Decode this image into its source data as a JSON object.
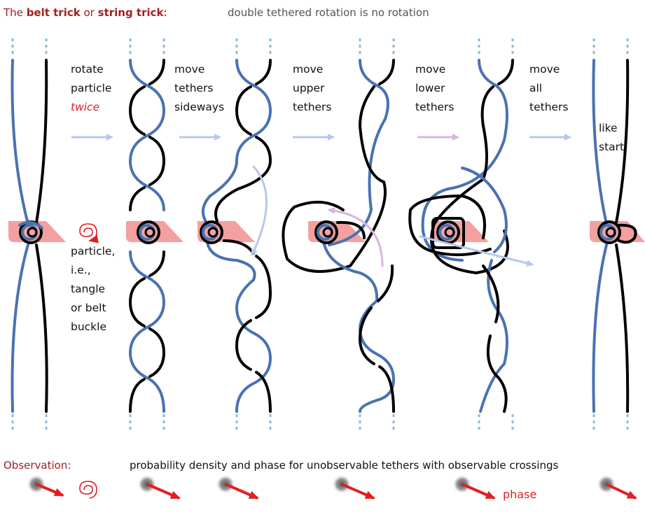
{
  "header": {
    "prefix": "The",
    "term1": "belt trick",
    "connector": "or",
    "term2": "string trick",
    "colon": ":",
    "subtitle": "double tethered rotation is no rotation"
  },
  "steps": [
    {
      "lines": [
        "rotate",
        "particle"
      ],
      "emphasis": "twice"
    },
    {
      "lines": [
        "move",
        "tethers",
        "sideways"
      ]
    },
    {
      "lines": [
        "move",
        "upper",
        "tethers"
      ]
    },
    {
      "lines": [
        "move",
        "lower",
        "tethers"
      ]
    },
    {
      "lines": [
        "move",
        "all",
        "tethers"
      ]
    },
    {
      "lines": [
        "like",
        "start"
      ]
    }
  ],
  "particle_label": [
    "particle,",
    "i.e.,",
    "tangle",
    "or belt",
    "buckle"
  ],
  "observation": {
    "title": "Observation:",
    "text": "probability density and phase for unobservable tethers with observable crossings",
    "phase_label": "phase"
  },
  "colors": {
    "blue_tether": "#4a72b0",
    "black_tether": "#000000",
    "dotted": "#8fb8e0",
    "buckle": "#f4a0a0",
    "arrow_light_blue": "#b7c8ea",
    "arrow_light_pink": "#d9b4e0",
    "accent_red": "#e02020",
    "title_red": "#a32020"
  },
  "icons": [
    "spiral-icon",
    "phase-arrow-icon",
    "step-arrow-icon"
  ]
}
